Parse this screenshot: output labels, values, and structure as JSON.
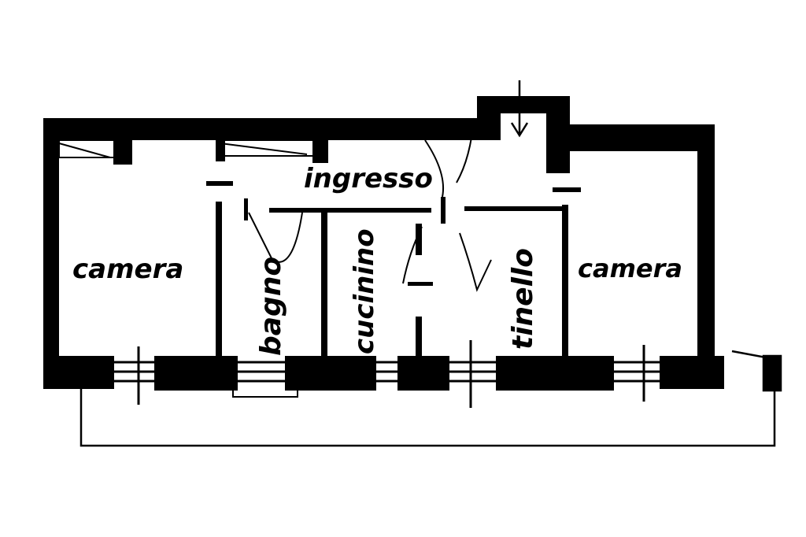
{
  "plan": {
    "colors": {
      "ink": "#000000",
      "paper": "#ffffff"
    },
    "rooms": [
      {
        "id": "camera-left",
        "label": "camera"
      },
      {
        "id": "bagno",
        "label": "bagno"
      },
      {
        "id": "cucinino",
        "label": "cucinino"
      },
      {
        "id": "ingresso",
        "label": "ingresso"
      },
      {
        "id": "tinello",
        "label": "tinello"
      },
      {
        "id": "camera-right",
        "label": "camera"
      }
    ]
  }
}
